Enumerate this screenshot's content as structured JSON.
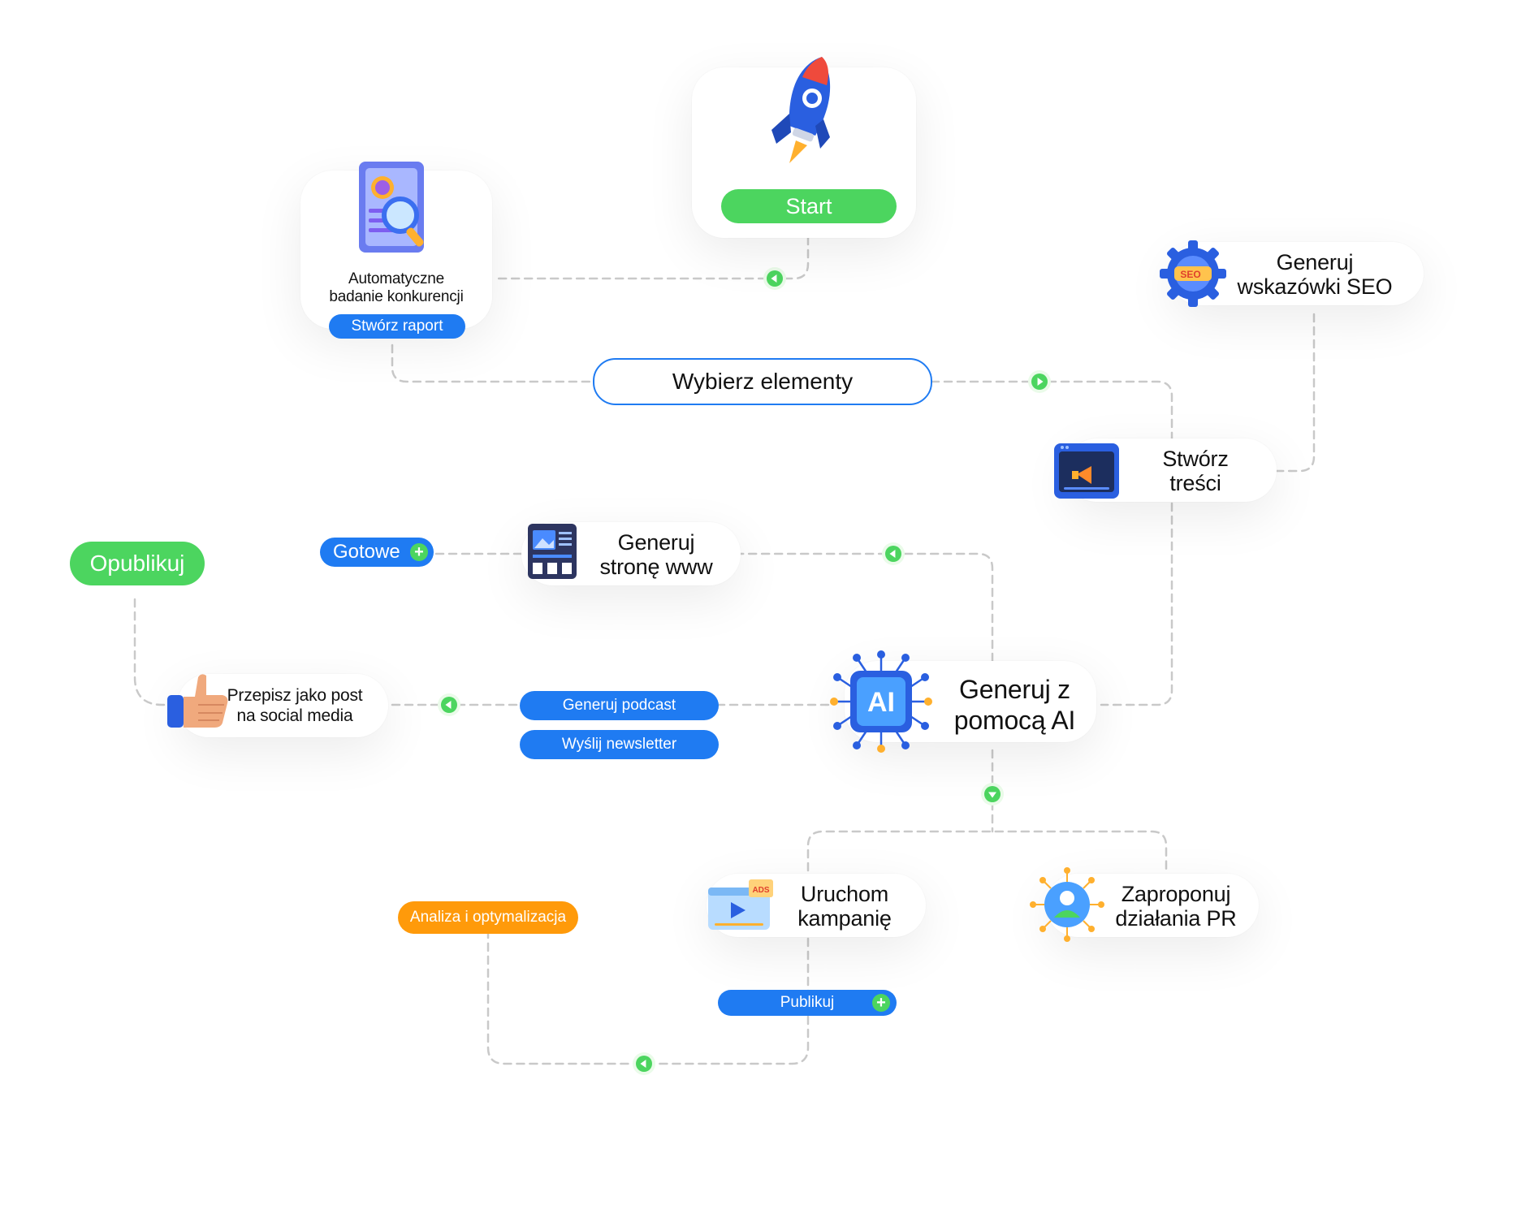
{
  "start": {
    "label": "Start"
  },
  "research": {
    "label": "Automatyczne\nbadanie konkurencji",
    "button": "Stwórz raport"
  },
  "seo": {
    "label": "Generuj\nwskazówki SEO"
  },
  "choose": {
    "label": "Wybierz elementy"
  },
  "content": {
    "label": "Stwórz\ntreści"
  },
  "website": {
    "label": "Generuj\nstronę www",
    "done_button": "Gotowe"
  },
  "publish": {
    "label": "Opublikuj"
  },
  "social": {
    "label": "Przepisz jako post\nna social media"
  },
  "ai": {
    "label": "Generuj z\npomocą AI",
    "chip_label": "AI",
    "podcast_button": "Generuj podcast",
    "newsletter_button": "Wyślij newsletter"
  },
  "campaign": {
    "label": "Uruchom\nkampanię",
    "publish_button": "Publikuj",
    "ads_tag": "ADS"
  },
  "pr": {
    "label": "Zaproponuj\ndziałania PR"
  },
  "analysis": {
    "label": "Analiza i optymalizacja"
  },
  "seo_tag": "SEO",
  "colors": {
    "blue": "#1f7bf2",
    "green": "#4cd55f",
    "orange": "#ff9a0a",
    "connector": "#c9c9c9"
  },
  "icons": [
    "rocket-icon",
    "report-magnifier-icon",
    "seo-gear-icon",
    "video-megaphone-icon",
    "website-layout-icon",
    "thumbs-up-icon",
    "ai-chip-icon",
    "ads-video-icon",
    "pr-person-icon"
  ]
}
